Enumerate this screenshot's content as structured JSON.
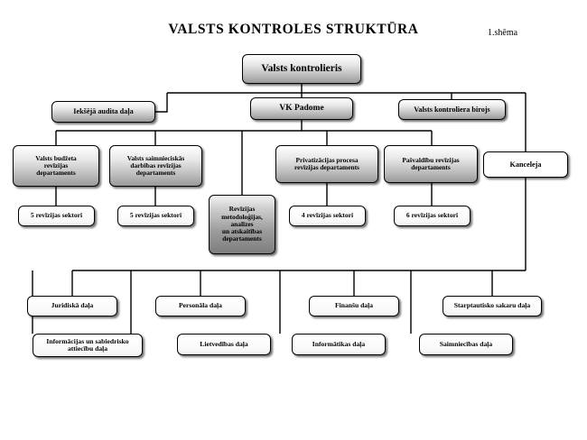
{
  "header": {
    "title": "VALSTS KONTROLES STRUKTŪRA",
    "figure_ref": "1.shēma"
  },
  "chart_data": {
    "type": "diagram",
    "title": "VALSTS KONTROLES STRUKTŪRA",
    "subtitle": "1.shēma",
    "diagram_kind": "organizational-chart",
    "orientation": "top-down",
    "levels": 5
  },
  "nodes": {
    "root": {
      "label": "Valsts kontrolieris"
    },
    "internal_audit": {
      "label": "Iekšējā audita daļa"
    },
    "council": {
      "label": "VK Padome"
    },
    "controller_office": {
      "label": "Valsts kontroliera birojs"
    },
    "chancellery": {
      "label": "Kanceleja"
    },
    "departments": [
      {
        "id": "dept-budget",
        "line1": "Valsts budžeta",
        "line2": "revīzijas",
        "line3": "departaments",
        "line4": ""
      },
      {
        "id": "dept-economic",
        "line1": "Valsts saimnieciskās",
        "line2": "darbības revīzijas",
        "line3": "departaments",
        "line4": ""
      },
      {
        "id": "dept-methodology",
        "line1": "Revīzijas",
        "line2": "metodoloģijas,",
        "line3": "analīzes",
        "line4": "un atskaitības",
        "line5": "departaments"
      },
      {
        "id": "dept-privatisation",
        "line1": "Privatizācijas procesa",
        "line2": "revīzijas departaments",
        "line3": "",
        "line4": ""
      },
      {
        "id": "dept-municipal",
        "line1": "Pašvaldību revīzijas",
        "line2": "departaments",
        "line3": "",
        "line4": ""
      }
    ],
    "sectors": [
      {
        "id": "sectors-budget",
        "label": "5 revīzijas sektori"
      },
      {
        "id": "sectors-economic",
        "label": "5 revīzijas sektori"
      },
      {
        "id": "sectors-privatisation",
        "label": "4 revīzijas sektori"
      },
      {
        "id": "sectors-municipal",
        "label": "6 revīzijas sektori"
      }
    ],
    "units_top": [
      {
        "id": "unit-legal",
        "label": "Juridiskā daļa"
      },
      {
        "id": "unit-personnel",
        "label": "Personāla daļa"
      },
      {
        "id": "unit-finance",
        "label": "Finanšu daļa"
      },
      {
        "id": "unit-international",
        "label": "Starptautisko sakaru daļa"
      }
    ],
    "units_bottom": [
      {
        "id": "unit-info-pr",
        "line1": "Informācijas un sabiedrisko",
        "line2": "attiecību daļa"
      },
      {
        "id": "unit-records",
        "line1": "Lietvedības daļa",
        "line2": ""
      },
      {
        "id": "unit-it",
        "line1": "Informātikas daļa",
        "line2": ""
      },
      {
        "id": "unit-economy",
        "line1": "Saimniecības daļa",
        "line2": ""
      }
    ]
  },
  "colors": {
    "line": "#000000",
    "text": "#000000",
    "background": "#ffffff",
    "box_fill_light": "#ffffff",
    "box_fill_gradient_top": "#ffffff",
    "box_fill_gradient_bottom": "#9a9a9a"
  }
}
